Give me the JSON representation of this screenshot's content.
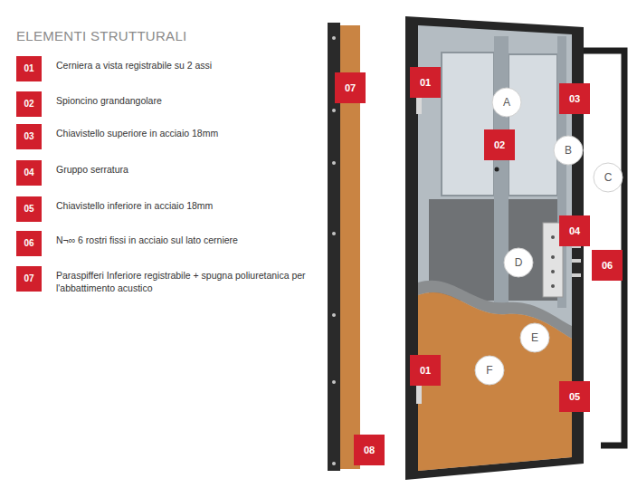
{
  "diagram": {
    "title": "ELEMENTI STRUTTURALI",
    "nodes": [
      {
        "text": [
          "01",
          "Cerniera a vista registrabile su 2 assi"
        ]
      },
      {
        "text": [
          "02",
          "Spioncino grandangolare"
        ]
      },
      {
        "text": [
          "03",
          "Chiavistello superiore in acciaio 18mm"
        ]
      },
      {
        "text": [
          "04",
          "Gruppo serratura"
        ]
      },
      {
        "text": [
          "05",
          "Chiavistello inferiore in acciaio 18mm"
        ]
      },
      {
        "text": [
          "06",
          "N¬∞ 6 rostri fissi in acciaio sul lato cerniere"
        ]
      },
      {
        "text": [
          "07",
          "Paraspifferi Inferiore registrabile + spugna poliuretanica per l'abbattimento acustico"
        ]
      },
      {
        "text": [
          "07"
        ]
      },
      {
        "text": [
          "01"
        ]
      },
      {
        "text": [
          "A"
        ]
      },
      {
        "text": [
          "03"
        ]
      },
      {
        "text": [
          "02"
        ]
      },
      {
        "text": [
          "B"
        ]
      },
      {
        "text": [
          "C"
        ]
      },
      {
        "text": [
          "04"
        ]
      },
      {
        "text": [
          "06"
        ]
      },
      {
        "text": [
          "D"
        ]
      },
      {
        "text": [
          "E"
        ]
      },
      {
        "text": [
          "01"
        ]
      },
      {
        "text": [
          "F"
        ]
      },
      {
        "text": [
          "05"
        ]
      },
      {
        "text": [
          "08"
        ]
      }
    ]
  }
}
